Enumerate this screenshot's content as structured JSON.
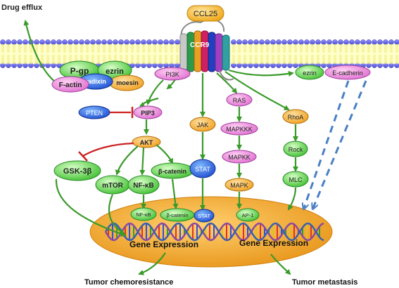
{
  "ligand": {
    "label": "CCL25"
  },
  "receptor": {
    "label": "CCR9"
  },
  "outputs": {
    "drug_efflux": "Drug efflux",
    "chemoresistance": "Tumor chemoresistance",
    "metastasis": "Tumor metastasis"
  },
  "membrane_complex": {
    "pgp": "P-gp",
    "ezrin": "ezrin",
    "radixin": "radixin",
    "moesin": "moesin",
    "factin": "F-actin"
  },
  "membrane_right": {
    "ezrin": "ezrin",
    "ecadherin": "E-cadherin"
  },
  "pi3k_branch": {
    "pi3k": "PI3K",
    "pten": "PTEN",
    "pip3": "PIP3",
    "akt": "AKT",
    "gsk3b": "GSK-3β",
    "mtor": "mTOR",
    "nfkb": "NF-κB",
    "bcatenin": "β-catenin"
  },
  "jak_branch": {
    "jak": "JAK",
    "stat": "STAT"
  },
  "mapk_branch": {
    "ras": "RAS",
    "mapkkk": "MAPKKK",
    "mapkk": "MAPKK",
    "mapk": "MAPK"
  },
  "rho_branch": {
    "rhoa": "RhoA",
    "rock": "Rock",
    "mlc": "MLC"
  },
  "nucleus": {
    "nfkb": "NF-κB",
    "bcatenin": "β-catenin",
    "stat": "STAT",
    "ap1": "AP-1",
    "gene_left": "Gene Expression",
    "gene_right": "Gene Expression"
  },
  "colors": {
    "arrow": "#3a9a2a",
    "inhibit": "#cc2222",
    "dashed": "#4a7fc4",
    "nucleus": "#f0a21e",
    "pink": "#ee88dd",
    "orange": "#f5b030",
    "green": "#5fd34a",
    "blue": "#3a6fe0"
  }
}
